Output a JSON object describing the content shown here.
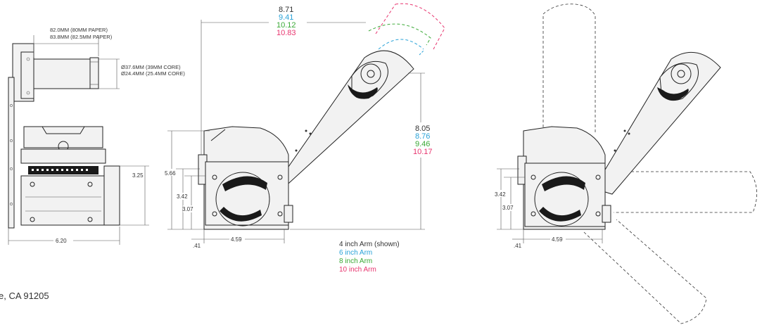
{
  "address": "e, CA 91205",
  "colors": {
    "arm4": "#333333",
    "arm6": "#2aa3d8",
    "arm8": "#3aa935",
    "arm10": "#e8356f"
  },
  "left_view": {
    "paper_80": "82.0MM (80MM PAPER)",
    "paper_825": "83.8MM (82.5MM PAPER)",
    "core_39": "Ø37.6MM (39MM CORE)",
    "core_254": "Ø24.4MM (25.4MM CORE)",
    "height": "3.25",
    "width": "6.20"
  },
  "center_view": {
    "reach": [
      "8.71",
      "9.41",
      "10.12",
      "10.83"
    ],
    "height": [
      "8.05",
      "8.76",
      "9.46",
      "10.17"
    ],
    "total_height": "5.66",
    "h342": "3.42",
    "h307": "3.07",
    "offset": ".41",
    "base": "4.59"
  },
  "legend": [
    "4 inch Arm (shown)",
    "6 inch Arm",
    "8 inch Arm",
    "10 inch Arm"
  ],
  "right_view": {
    "h342": "3.42",
    "h307": "3.07",
    "offset": ".41",
    "base": "4.59"
  }
}
